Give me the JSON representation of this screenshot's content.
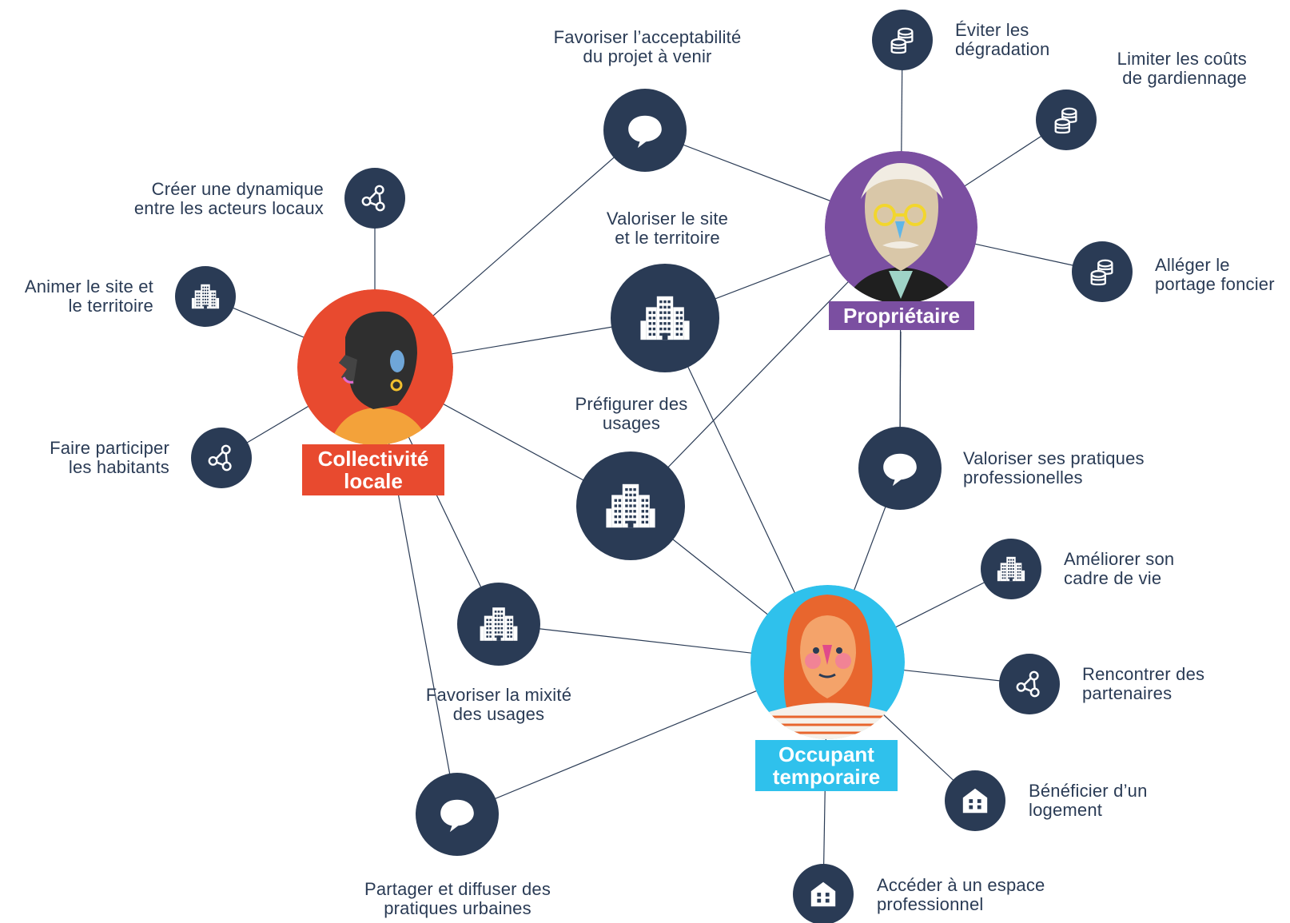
{
  "colors": {
    "node": "#2a3b55",
    "line": "#2a3b55",
    "collectivite": "#e84a2f",
    "proprietaire": "#7b4fa1",
    "occupant": "#2fc1ec"
  },
  "actors": {
    "collectivite": {
      "label": "Collectivité\nlocale"
    },
    "proprietaire": {
      "label": "Propriétaire"
    },
    "occupant": {
      "label": "Occupant\ntemporaire"
    }
  },
  "goals": [
    {
      "text": "Favoriser l’acceptabilité\ndu projet à venir",
      "icon": "speech-bubble-icon"
    },
    {
      "text": "Éviter les\ndégradation",
      "icon": "coins-icon"
    },
    {
      "text": "Limiter les coûts\nde gardiennage",
      "icon": "coins-icon"
    },
    {
      "text": "Créer une dynamique\nentre les acteurs locaux",
      "icon": "network-icon"
    },
    {
      "text": "Valoriser le site\net le territoire",
      "icon": "buildings-icon"
    },
    {
      "text": "Alléger le\nportage foncier",
      "icon": "coins-icon"
    },
    {
      "text": "Animer le site et\nle territoire",
      "icon": "buildings-icon"
    },
    {
      "text": "Préfigurer des\nusages",
      "icon": "buildings-icon"
    },
    {
      "text": "Faire participer\nles habitants",
      "icon": "network-icon"
    },
    {
      "text": "Valoriser ses pratiques\nprofessionelles",
      "icon": "speech-bubble-icon"
    },
    {
      "text": "Améliorer son\ncadre de vie",
      "icon": "buildings-icon"
    },
    {
      "text": "Favoriser la mixité\ndes usages",
      "icon": "buildings-icon"
    },
    {
      "text": "Rencontrer des\npartenaires",
      "icon": "network-icon"
    },
    {
      "text": "Bénéficier d’un\nlogement",
      "icon": "house-icon"
    },
    {
      "text": "Partager et diffuser des\npratiques urbaines",
      "icon": "speech-bubble-icon"
    },
    {
      "text": "Accéder à un espace\nprofessionnel",
      "icon": "house-icon"
    }
  ]
}
